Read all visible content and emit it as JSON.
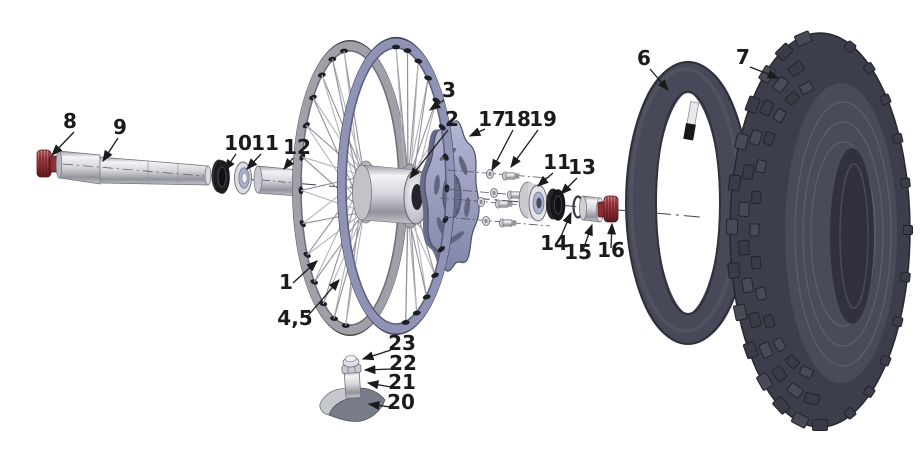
{
  "callouts": [
    {
      "text": "8"
    },
    {
      "text": "9"
    },
    {
      "text": "10"
    },
    {
      "text": "11"
    },
    {
      "text": "12"
    },
    {
      "text": "3"
    },
    {
      "text": "2"
    },
    {
      "text": "17"
    },
    {
      "text": "18"
    },
    {
      "text": "19"
    },
    {
      "text": "11"
    },
    {
      "text": "13"
    },
    {
      "text": "6"
    },
    {
      "text": "7"
    },
    {
      "text": "1"
    },
    {
      "text": "4,5"
    },
    {
      "text": "14"
    },
    {
      "text": "15"
    },
    {
      "text": "16"
    },
    {
      "text": "23"
    },
    {
      "text": "22"
    },
    {
      "text": "21"
    },
    {
      "text": "20"
    }
  ],
  "colors": {
    "background": "#ffffff",
    "line": "#1b1b1b",
    "centerline": "#44444c",
    "red_nut": "#9c3a40",
    "red_nut_dark": "#5c181d",
    "rim_front": "#8f93b5",
    "rim_front_edge": "#3f4156",
    "rim_back": "#9fa0a8",
    "rim_back_edge": "#4a4a52",
    "spoke": "#b3b4bc",
    "spoke_dark": "#8f909a",
    "nipple": "#1e1e26",
    "hub_metal": "#c2c2c9",
    "disc": "#9aa0c4",
    "disc_edge": "#4d5068",
    "disc_back": "#686c8c",
    "disc_slot": "#62657e",
    "seal_black": "#1d1d22",
    "bearing_race": "#aab0cf",
    "tube_body": "#474858",
    "tube_edge": "#2e2f3a",
    "tire_body": "#3d3e4b",
    "tire_knob": "#484a58",
    "tire_knob_dark": "#3a3b47",
    "tire_knob_line": "#23242c",
    "tire_rib": "#5d5e6e",
    "metal_light": "#e9e9ee"
  }
}
